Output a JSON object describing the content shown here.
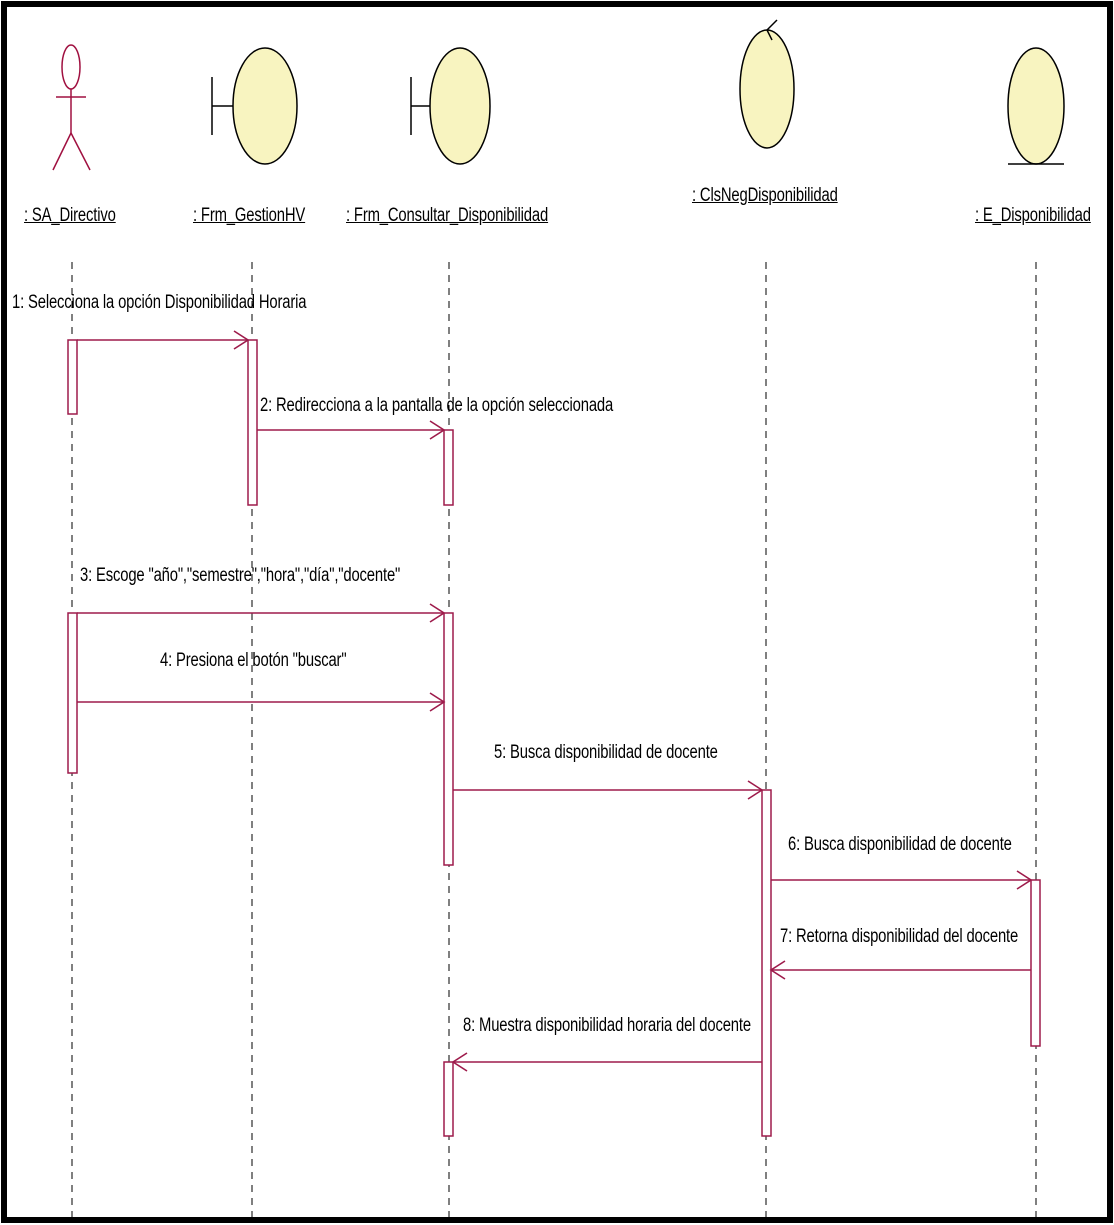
{
  "colors": {
    "message": "#9e1b4b",
    "activation": "#9e1b4b",
    "participant_fill": "#f8f4c0",
    "participant_stroke": "#000000",
    "actor_stroke": "#a01040",
    "lifeline": "#000000",
    "frame": "#000000"
  },
  "participants": [
    {
      "id": "actor",
      "kind": "actor",
      "label": ": SA_Directivo"
    },
    {
      "id": "gestion",
      "kind": "boundary",
      "label": ": Frm_GestionHV"
    },
    {
      "id": "consultar",
      "kind": "boundary",
      "label": ": Frm_Consultar_Disponibilidad"
    },
    {
      "id": "clsneg",
      "kind": "control",
      "label": ": ClsNegDisponibilidad"
    },
    {
      "id": "entidad",
      "kind": "entity",
      "label": ": E_Disponibilidad"
    }
  ],
  "messages": [
    {
      "n": 1,
      "from": "actor",
      "to": "gestion",
      "label": "1: Selecciona la opción Disponibilidad Horaria"
    },
    {
      "n": 2,
      "from": "gestion",
      "to": "consultar",
      "label": "2: Redirecciona a la pantalla de la opción seleccionada"
    },
    {
      "n": 3,
      "from": "actor",
      "to": "consultar",
      "label": "3: Escoge \"año\",\"semestre\",\"hora\",\"día\",\"docente\""
    },
    {
      "n": 4,
      "from": "actor",
      "to": "consultar",
      "label": "4: Presiona el botón \"buscar\""
    },
    {
      "n": 5,
      "from": "consultar",
      "to": "clsneg",
      "label": "5: Busca disponibilidad de docente"
    },
    {
      "n": 6,
      "from": "clsneg",
      "to": "entidad",
      "label": "6: Busca disponibilidad de docente"
    },
    {
      "n": 7,
      "from": "entidad",
      "to": "clsneg",
      "label": "7: Retorna disponibilidad del docente"
    },
    {
      "n": 8,
      "from": "clsneg",
      "to": "consultar",
      "label": "8: Muestra disponibilidad horaria del docente"
    }
  ]
}
